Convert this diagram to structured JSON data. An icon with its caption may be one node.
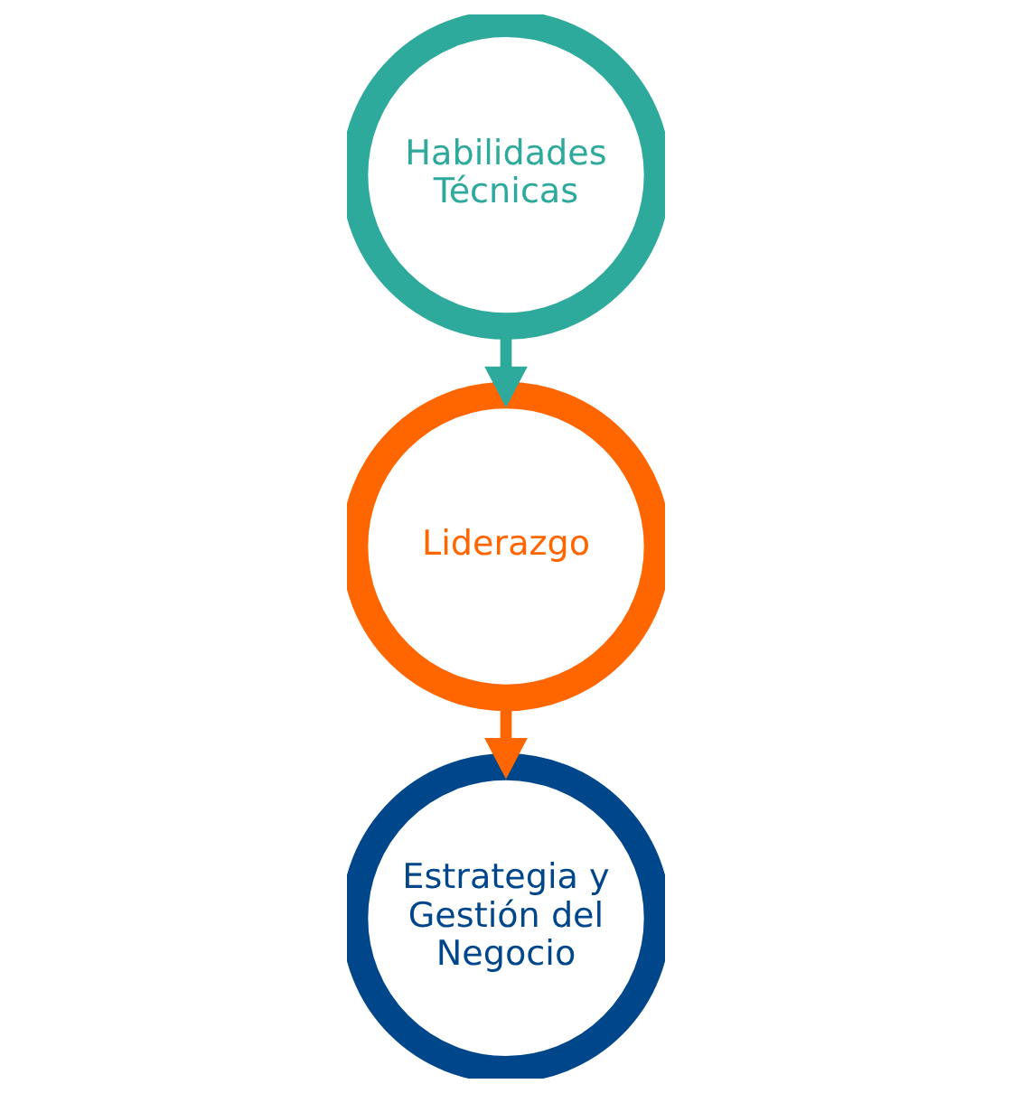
{
  "diagram": {
    "nodes": [
      {
        "text": [
          "Habilidades Técnicas"
        ]
      },
      {
        "text": [
          "Liderazgo"
        ]
      },
      {
        "text": [
          "Estrategia y Gestión del Negocio"
        ]
      }
    ],
    "edges": [
      {
        "from": 0,
        "to": 1,
        "arrow": "to",
        "color": "#2eaa9c"
      },
      {
        "from": 1,
        "to": 2,
        "arrow": "to",
        "color": "#ff6600"
      }
    ]
  }
}
